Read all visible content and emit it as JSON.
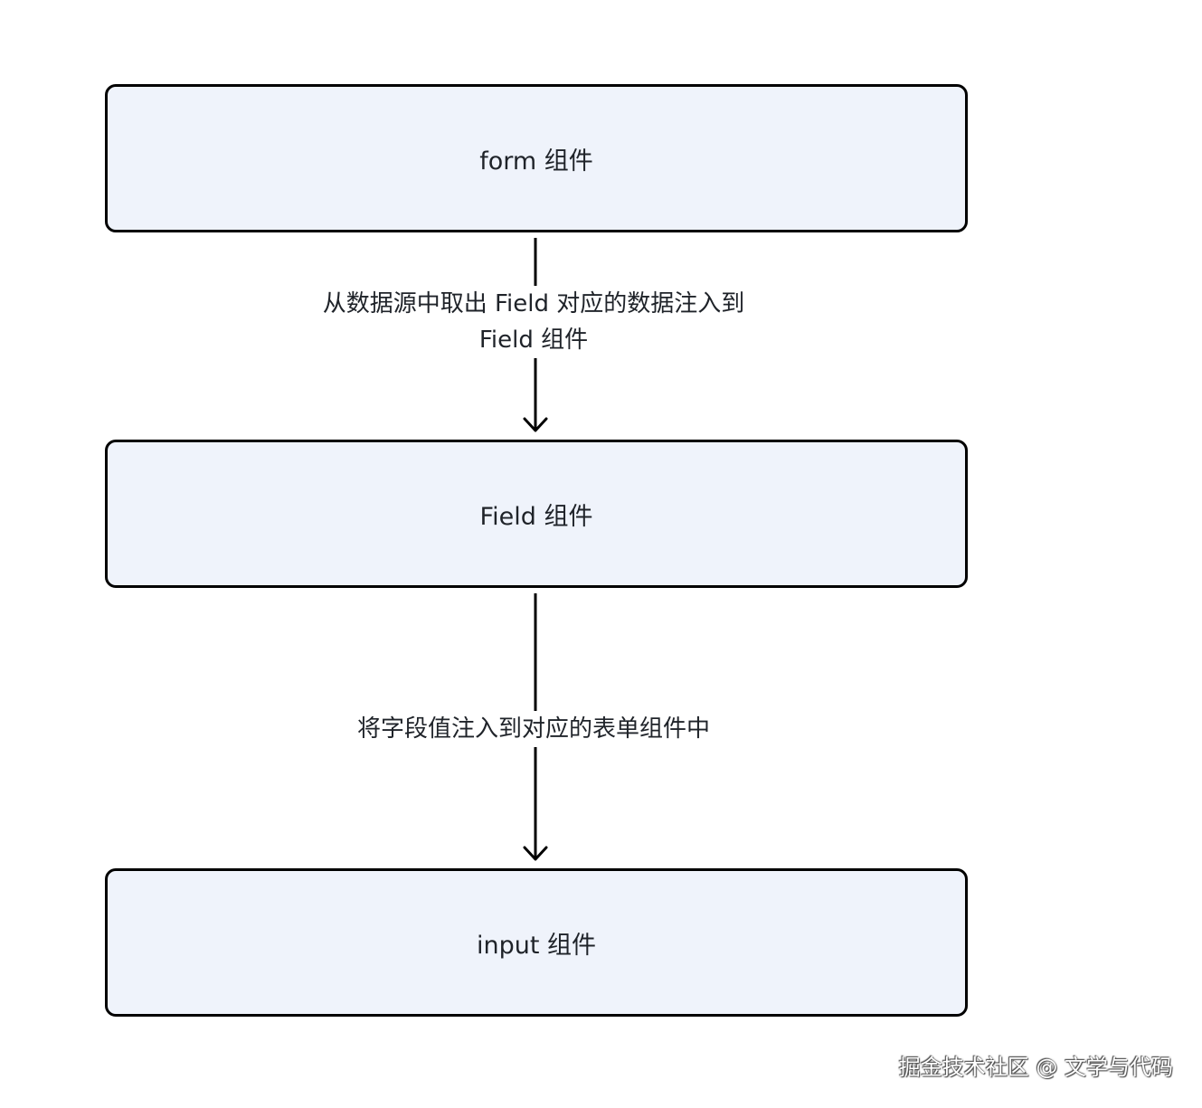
{
  "nodes": {
    "form": "form 组件",
    "field": "Field 组件",
    "input": "input 组件"
  },
  "edges": {
    "form_to_field": {
      "line1": "从数据源中取出 Field 对应的数据注入到",
      "line2": "Field 组件"
    },
    "field_to_input": "将字段值注入到对应的表单组件中"
  },
  "watermark": "掘金技术社区 @ 文学与代码",
  "colors": {
    "node_fill": "#eff3fb",
    "node_border": "#000000",
    "text": "#1f2329",
    "background": "#ffffff"
  }
}
